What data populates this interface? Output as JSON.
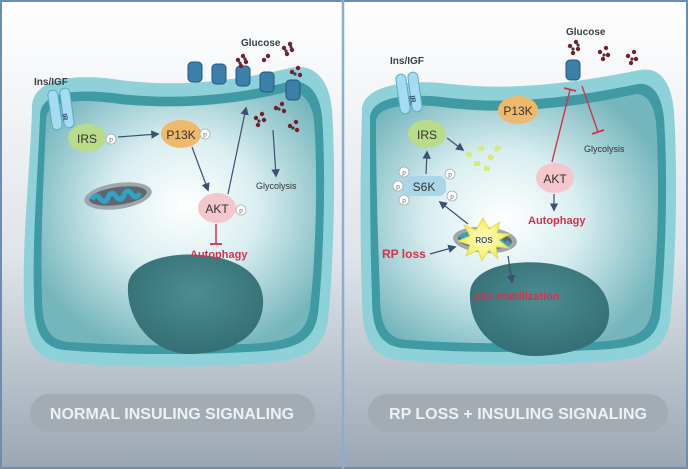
{
  "left_panel": {
    "receptor_label": "Ins/IGF",
    "receptor_text": "IR",
    "glucose_label": "Glucose",
    "irs": "IRS",
    "p13k": "P13K",
    "akt": "AKT",
    "phospho": "p",
    "glycolysis": "Glycolysis",
    "autophagy": "Autophagy",
    "banner": "NORMAL INSULING SIGNALING"
  },
  "right_panel": {
    "receptor_label": "Ins/IGF",
    "receptor_text": "IR",
    "glucose_label": "Glucose",
    "irs": "IRS",
    "p13k": "P13K",
    "akt": "AKT",
    "s6k": "S6K",
    "phospho": "p",
    "ros": "ROS",
    "glycolysis": "Glycolysis",
    "autophagy": "Autophagy",
    "rp_loss": "RP loss",
    "p53": "p53 stabilization",
    "banner": "RP LOSS + INSULING SIGNALING"
  },
  "colors": {
    "background_top": "#ffffff",
    "background_bottom": "#9aa6b2",
    "membrane_outer": "#8fd1d8",
    "membrane_inner": "#4aa9b2",
    "cytoplasm": "#7fbcc2",
    "nucleus": "#3f7f84",
    "irs_node": "#b9dc8a",
    "p13k_node": "#f0b86a",
    "akt_node": "#f5c6cc",
    "s6k_node": "#a9d6e8",
    "inhibition_red": "#d9304a",
    "arrow": "#3d4f73",
    "divider": "#8aaed0",
    "banner_bg": "#a3acb3"
  }
}
